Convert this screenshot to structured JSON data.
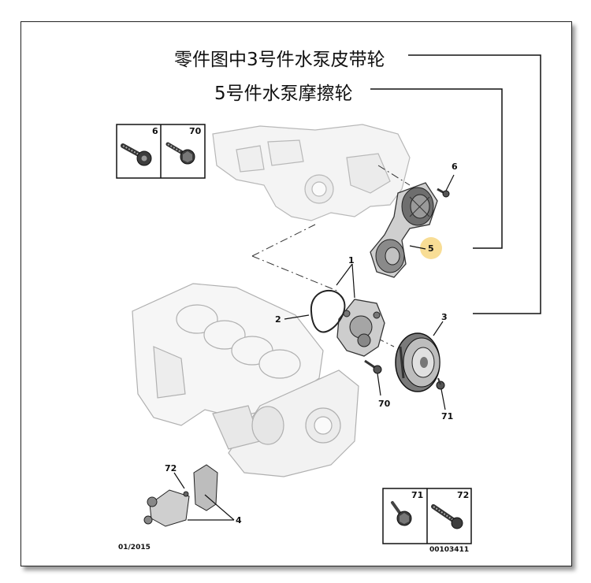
{
  "annotations": {
    "line1": "零件图中3号件水泵皮带轮",
    "line2": "5号件水泵摩擦轮"
  },
  "callouts": {
    "c1": "1",
    "c2": "2",
    "c3": "3",
    "c4": "4",
    "c5": "5",
    "c6": "6",
    "c70": "70",
    "c71": "71",
    "c72": "72"
  },
  "legend_top": {
    "left": "6",
    "right": "70"
  },
  "legend_bottom": {
    "left": "71",
    "right": "72"
  },
  "footer": {
    "date": "01/2015",
    "code": "00103411"
  },
  "colors": {
    "highlight": "#f7d98a",
    "line": "#111111",
    "part_fill": "#e2e2e2"
  }
}
